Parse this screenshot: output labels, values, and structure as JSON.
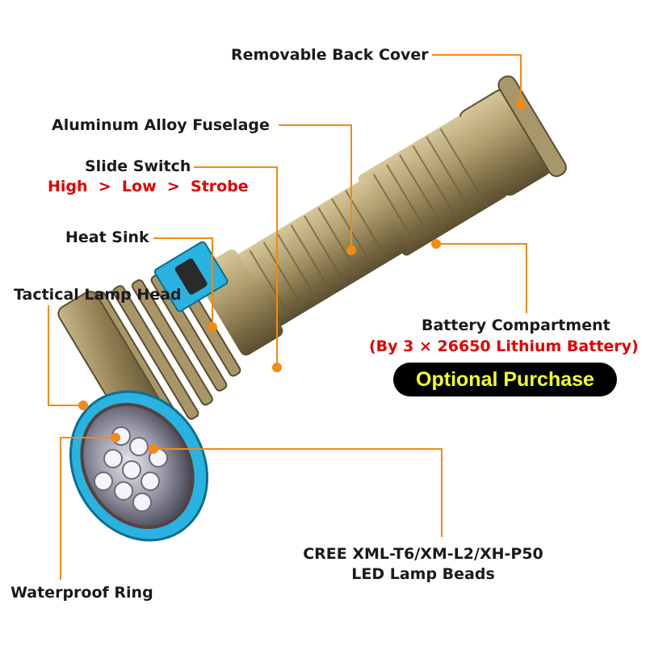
{
  "labels": {
    "back_cover": "Removable Back Cover",
    "fuselage": "Aluminum Alloy Fuselage",
    "slide_switch": "Slide Switch",
    "modes": "High  >  Low  >  Strobe",
    "heat_sink": "Heat Sink",
    "lamp_head": "Tactical Lamp Head",
    "battery_compartment": "Battery Compartment",
    "battery_spec": "(By 3 × 26650 Lithium Battery)",
    "optional": "Optional Purchase",
    "led_line1": "CREE XML-T6/XM-L2/XH-P50",
    "led_line2": "LED Lamp Beads",
    "waterproof_ring": "Waterproof Ring"
  },
  "colors": {
    "leader": "#f28a14",
    "body": "#9b8a5c",
    "accent": "#2ab3e0",
    "red_text": "#e00000",
    "pill_text": "#f3ff24"
  }
}
